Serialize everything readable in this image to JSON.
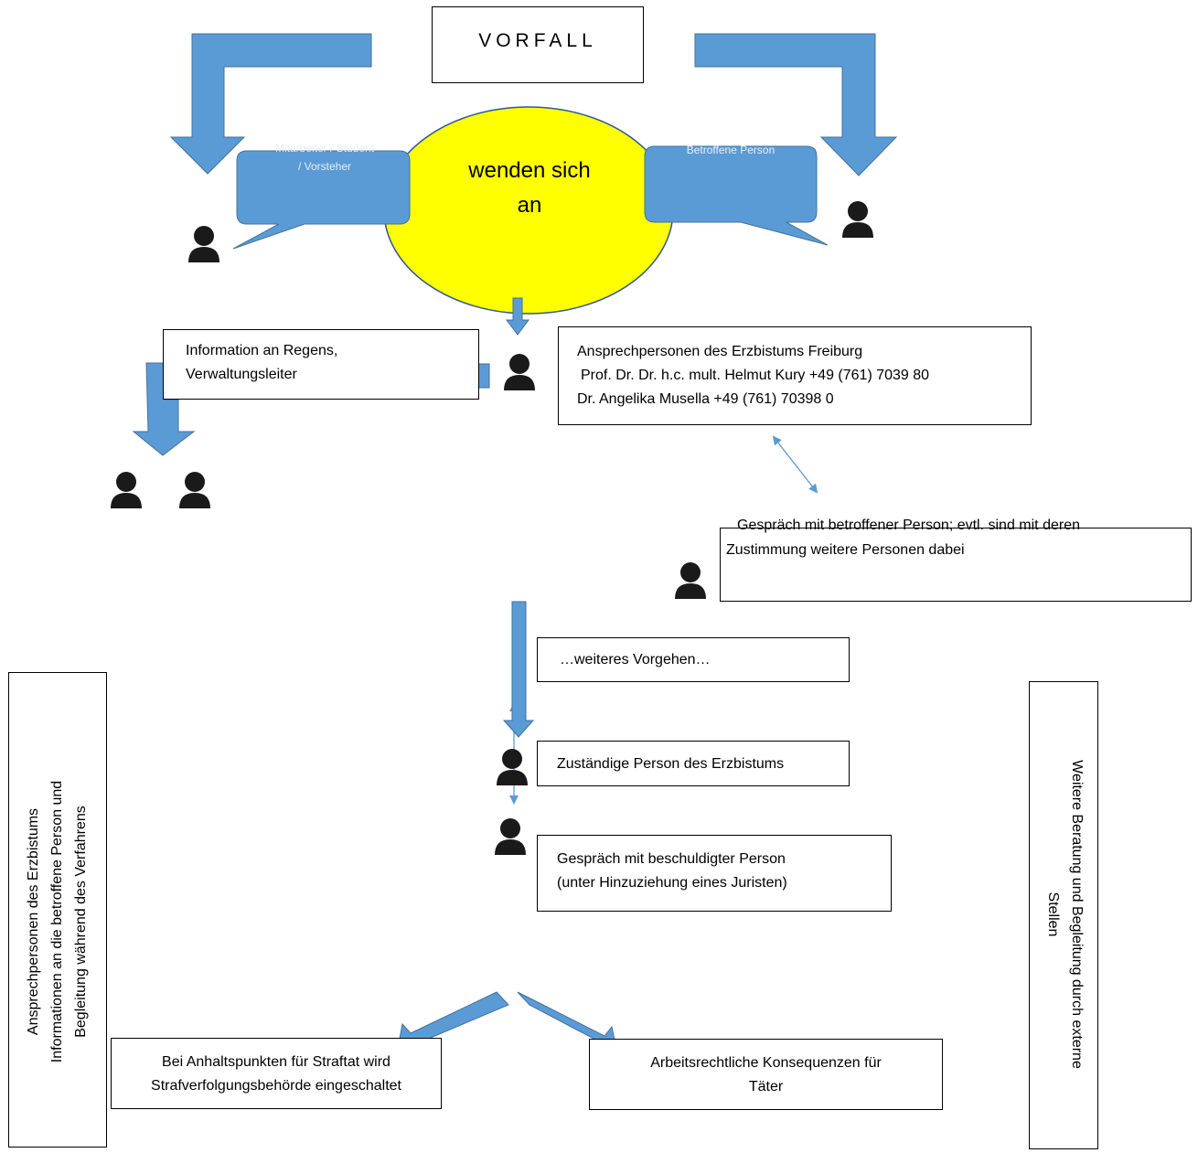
{
  "title": "VORFALL",
  "center": {
    "line1": "wenden sich",
    "line2": "an"
  },
  "bubbles": {
    "left": {
      "line1": "Mitarbeiter / Student",
      "line2": "/ Vorsteher"
    },
    "right": {
      "line1": "Betroffene Person"
    }
  },
  "info_box": {
    "line1": "Information an Regens,",
    "line2": "Verwaltungsleiter"
  },
  "contacts_box": {
    "line1": "Ansprechpersonen des Erzbistums Freiburg",
    "line2": "Prof. Dr. Dr. h.c. mult. Helmut Kury +49 (761) 7039 80",
    "line3": "Dr. Angelika Musella +49 (761) 70398 0"
  },
  "talk_affected": {
    "line1": "Gespräch mit betroffener Person; evtl. sind mit deren",
    "line2": "Zustimmung weitere Personen dabei"
  },
  "further_steps": "…weiteres Vorgehen…",
  "responsible": "Zuständige Person des Erzbistums",
  "talk_accused": {
    "line1": "Gespräch mit beschuldigter Person",
    "line2": "(unter Hinzuziehung eines Juristen)"
  },
  "criminal": {
    "line1": "Bei Anhaltspunkten für Straftat wird",
    "line2": "Strafverfolgungsbehörde eingeschaltet"
  },
  "labor": {
    "line1": "Arbeitsrechtliche Konsequenzen für",
    "line2": "Täter"
  },
  "left_side": {
    "line1": "Ansprechpersonen des Erzbistums",
    "line2": "Informationen an die betroffene Person und",
    "line3": "Begleitung während des Verfahrens"
  },
  "right_side": {
    "line1": "Weitere Beratung und Begleitung durch externe",
    "line2": "Stellen"
  },
  "colors": {
    "arrow": "#5b9bd5",
    "arrow_border": "#41719c",
    "ellipse": "#ffff00",
    "ellipse_border": "#2f5597",
    "person": "#1a1a1a",
    "thin_arrow": "#5b9bd5"
  },
  "icons": [
    "person-icon"
  ]
}
